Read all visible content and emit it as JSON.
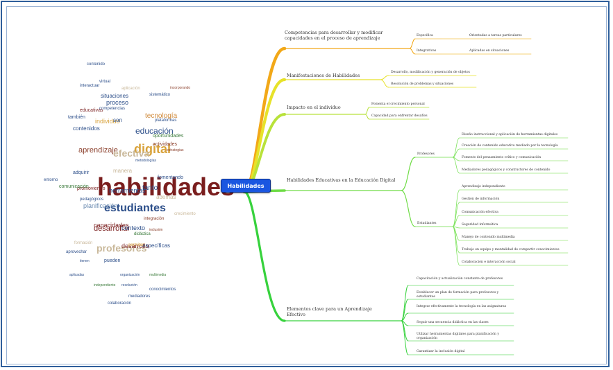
{
  "center": "Habilidades",
  "colors": {
    "frame": "#2f5f9b",
    "center_box": "#1a56e0",
    "branch_orange": "#f2a818",
    "branch_yellow": "#e7e22a",
    "branch_yellowgreen": "#b8e23a",
    "branch_green": "#6fdc46",
    "branch_green2": "#37d23d"
  },
  "branches": [
    {
      "label": "Competencias para desarrollar y modificar capacidades en el proceso de aprendizaje",
      "color": "#f2a818",
      "children": [
        {
          "label": "Específica",
          "leaf": "Orientadas a tareas particulares"
        },
        {
          "label": "Integrativas",
          "leaf": "Aplicadas en situaciones"
        }
      ]
    },
    {
      "label": "Manifestaciones de Habilidades",
      "color": "#e7e22a",
      "children": [
        {
          "label": "Desarrollo, modificación y generación de objetos"
        },
        {
          "label": "Resolución de problemas y situaciones"
        }
      ]
    },
    {
      "label": "Impacto en el individuo",
      "color": "#b8e23a",
      "children": [
        {
          "label": "Fomenta el crecimiento personal"
        },
        {
          "label": "Capacidad para enfrentar desafíos"
        }
      ]
    },
    {
      "label": "Habilidades Educativas en la Educación Digital",
      "color": "#6fdc46",
      "groups": [
        {
          "label": "Profesores",
          "items": [
            "Diseño instruccional y aplicación de herramientas digitales",
            "Creación de contenido educativo mediado por la tecnología",
            "Fomento del pensamiento crítico y comunicación",
            "Mediadores pedagógicos y constructores de contenido"
          ]
        },
        {
          "label": "Estudiantes",
          "items": [
            "Aprendizaje independiente",
            "Gestión de información",
            "Comunicación efectiva",
            "Seguridad informática",
            "Manejo de contenido multimedia",
            "Trabajo en equipo y mentalidad de compartir conocimientos",
            "Colaboración e interacción social"
          ]
        }
      ]
    },
    {
      "label": "Elementos clave para un Aprendizaje Efectivo",
      "color": "#37d23d",
      "children": [
        {
          "label": "Capacitación y actualización constante de profesores"
        },
        {
          "label": "Establecer un plan de formación para profesores y estudiantes"
        },
        {
          "label": "Integrar efectivamente la tecnología en las asignaturas"
        },
        {
          "label": "Seguir una secuencia didáctica en las clases"
        },
        {
          "label": "Utilizar herramientas digitales para planificación y organización"
        },
        {
          "label": "Garantizar la inclusión digital"
        }
      ]
    }
  ],
  "word_cloud": [
    {
      "w": "habilidades",
      "c": "#7a1e1e"
    },
    {
      "w": "estudiantes",
      "c": "#2d4f8a"
    },
    {
      "w": "digital",
      "c": "#d8a23a"
    },
    {
      "w": "aprendizaje",
      "c": "#8a3e2a"
    },
    {
      "w": "educación",
      "c": "#2d4f8a"
    },
    {
      "w": "desarrollar",
      "c": "#7a1e1e"
    },
    {
      "w": "profesores",
      "c": "#c9b89a"
    },
    {
      "w": "efectiva",
      "c": "#c9b89a"
    },
    {
      "w": "tecnología",
      "c": "#d08a3a"
    },
    {
      "w": "capacidades",
      "c": "#7a1e1e"
    },
    {
      "w": "contexto",
      "c": "#2d4f8a"
    },
    {
      "w": "tanto",
      "c": "#2d4f8a"
    },
    {
      "w": "además",
      "c": "#c9b89a"
    },
    {
      "w": "herramientas",
      "c": "#2d4f8a"
    },
    {
      "w": "planificación",
      "c": "#6a8ab0"
    },
    {
      "w": "desarrollo",
      "c": "#7a1e1e"
    },
    {
      "w": "específicas",
      "c": "#2d4f8a"
    },
    {
      "w": "individuo",
      "c": "#d8a23a"
    },
    {
      "w": "son",
      "c": "#2d4f8a"
    },
    {
      "w": "proceso",
      "c": "#2d4f8a"
    },
    {
      "w": "situaciones",
      "c": "#2d4f8a"
    },
    {
      "w": "educativas",
      "c": "#7a1e1e"
    },
    {
      "w": "competencias",
      "c": "#2d4f8a"
    },
    {
      "w": "contenidos",
      "c": "#2d4f8a"
    },
    {
      "w": "también",
      "c": "#2d4f8a"
    },
    {
      "w": "adquirir",
      "c": "#2d4f8a"
    },
    {
      "w": "manera",
      "c": "#c9b89a"
    },
    {
      "w": "fomentando",
      "c": "#2d4f8a"
    },
    {
      "w": "promoviendo",
      "c": "#7a1e1e"
    },
    {
      "w": "comunicación",
      "c": "#3a7a3a"
    },
    {
      "w": "oportunidades",
      "c": "#3a7a3a"
    },
    {
      "w": "actividades",
      "c": "#8a3e2a"
    },
    {
      "w": "pueden",
      "c": "#2d4f8a"
    },
    {
      "w": "permiten",
      "c": "#d8a23a"
    },
    {
      "w": "formación",
      "c": "#c9b89a"
    },
    {
      "w": "aprovechar",
      "c": "#2d4f8a"
    },
    {
      "w": "sistemático",
      "c": "#2d4f8a"
    },
    {
      "w": "interactuar",
      "c": "#2d4f8a"
    },
    {
      "w": "virtual",
      "c": "#2d4f8a"
    },
    {
      "w": "entorno",
      "c": "#2d4f8a"
    },
    {
      "w": "tienen",
      "c": "#2d4f8a"
    },
    {
      "w": "multimedia",
      "c": "#3a7a3a"
    },
    {
      "w": "integración",
      "c": "#8a3e2a"
    },
    {
      "w": "plataformas",
      "c": "#2d4f8a"
    },
    {
      "w": "pedagógicos",
      "c": "#2d4f8a"
    },
    {
      "w": "contenido",
      "c": "#2d4f8a"
    },
    {
      "w": "colaboración",
      "c": "#2d4f8a"
    },
    {
      "w": "organización",
      "c": "#2d4f8a"
    },
    {
      "w": "aplicación",
      "c": "#c9b89a"
    },
    {
      "w": "mediadores",
      "c": "#2d4f8a"
    },
    {
      "w": "didáctica",
      "c": "#3a7a3a"
    },
    {
      "w": "crecimiento",
      "c": "#c9b89a"
    },
    {
      "w": "conocimientos",
      "c": "#2d4f8a"
    },
    {
      "w": "estrategias",
      "c": "#8a3e2a"
    },
    {
      "w": "metodologías",
      "c": "#2d4f8a"
    },
    {
      "w": "independiente",
      "c": "#3a7a3a"
    },
    {
      "w": "incorporando",
      "c": "#8a3e2a"
    },
    {
      "w": "resolución",
      "c": "#2d4f8a"
    },
    {
      "w": "aplicadas",
      "c": "#2d4f8a"
    },
    {
      "w": "inclusión",
      "c": "#8a3e2a"
    }
  ]
}
